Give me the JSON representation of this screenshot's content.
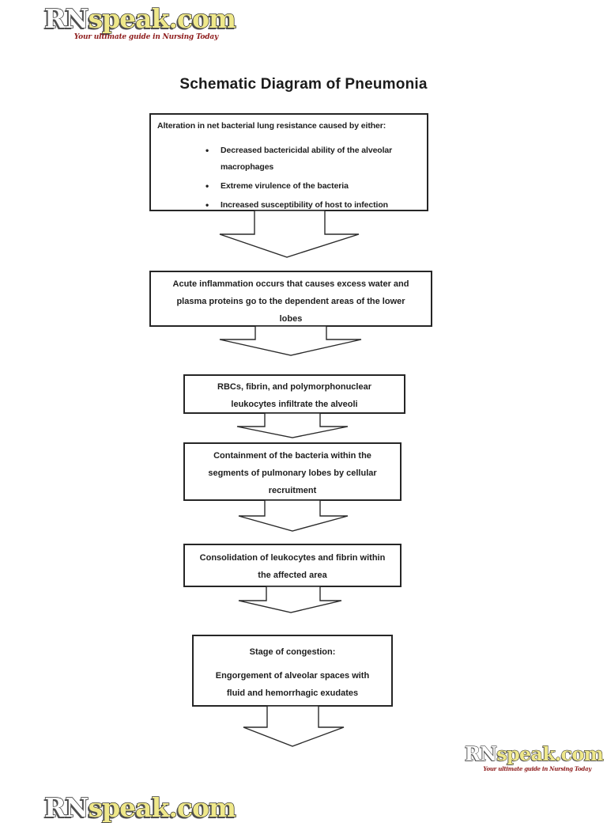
{
  "page": {
    "title": "Schematic Diagram of Pneumonia"
  },
  "logo": {
    "brand_prefix": "RN",
    "brand_suffix": "speak.com",
    "tagline": "Your ultimate guide in Nursing Today",
    "colors": {
      "prefix_fill": "#fdfdfd",
      "suffix_fill": "#efe88a",
      "outline": "#161616",
      "tagline": "#8e1c1c"
    }
  },
  "flowchart": {
    "boxes": [
      {
        "heading": "Alteration in net bacterial lung resistance caused by either:",
        "bullets": [
          [
            "Decreased bactericidal ability of the alveolar",
            "macrophages"
          ],
          [
            "Extreme virulence of the bacteria"
          ],
          [
            "Increased susceptibility of host to infection"
          ]
        ]
      },
      {
        "lines": [
          "Acute inflammation occurs that causes excess water and",
          "plasma proteins go to the dependent areas of the lower",
          "lobes"
        ]
      },
      {
        "lines": [
          "RBCs, fibrin, and polymorphonuclear",
          "leukocytes infiltrate the alveoli"
        ]
      },
      {
        "lines": [
          "Containment of the bacteria within the",
          "segments of pulmonary lobes by cellular",
          "recruitment"
        ]
      },
      {
        "lines": [
          "Consolidation of leukocytes and fibrin within",
          "the affected area"
        ]
      },
      {
        "heading": "Stage of congestion:",
        "lines": [
          "Engorgement of alveolar spaces with",
          "fluid and hemorrhagic exudates"
        ]
      }
    ]
  }
}
